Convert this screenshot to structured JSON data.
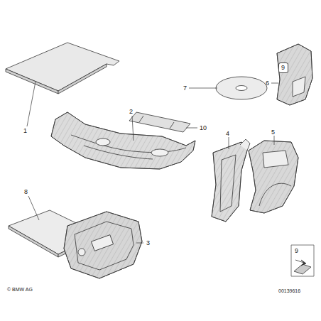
{
  "diagram": {
    "nodes": [
      {
        "text": [
          "9"
        ]
      },
      {
        "text": [
          "9"
        ]
      }
    ],
    "labels": [
      "1",
      "2",
      "3",
      "4",
      "5",
      "6",
      "7",
      "8",
      "10",
      "© BMW AG",
      "00139616"
    ]
  }
}
